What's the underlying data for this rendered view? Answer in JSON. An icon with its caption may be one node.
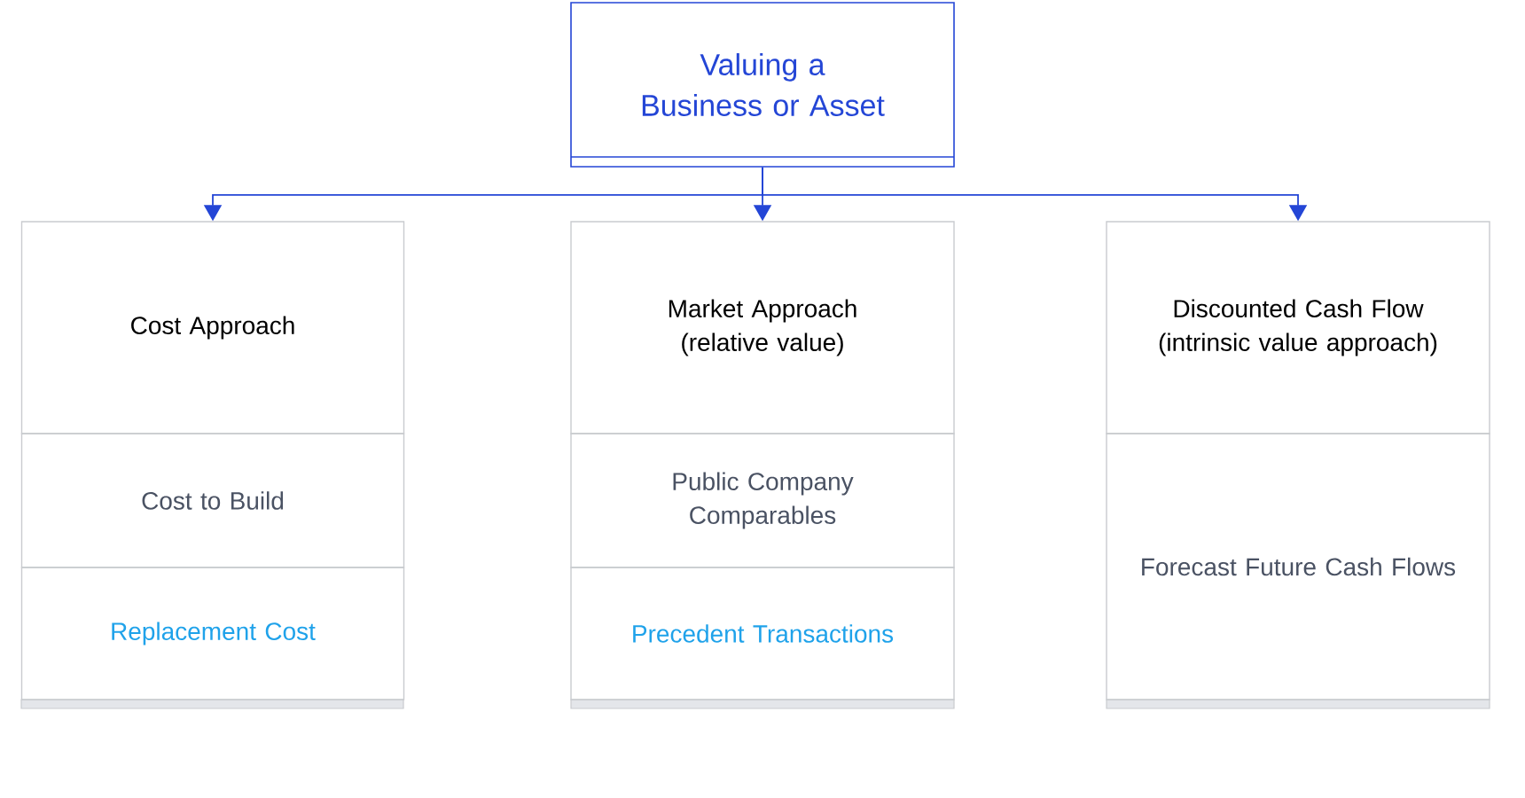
{
  "diagram": {
    "nodes": [
      {
        "text": [
          "Valuing a Business or Asset"
        ]
      },
      {
        "text": [
          "Cost Approach"
        ]
      },
      {
        "text": [
          "Cost to Build"
        ]
      },
      {
        "text": [
          "Replacement Cost"
        ]
      },
      {
        "text": [
          "Market Approach (relative value)"
        ]
      },
      {
        "text": [
          "Public Company Comparables"
        ]
      },
      {
        "text": [
          "Precedent Transactions"
        ]
      },
      {
        "text": [
          "Discounted Cash Flow (intrinsic value approach)"
        ]
      },
      {
        "text": [
          "Forecast Future Cash Flows"
        ]
      }
    ],
    "edges": [
      {
        "from": 0,
        "to": 1,
        "arrow": "to"
      },
      {
        "from": 0,
        "to": 4,
        "arrow": "to"
      },
      {
        "from": 0,
        "to": 7,
        "arrow": "to"
      }
    ]
  }
}
